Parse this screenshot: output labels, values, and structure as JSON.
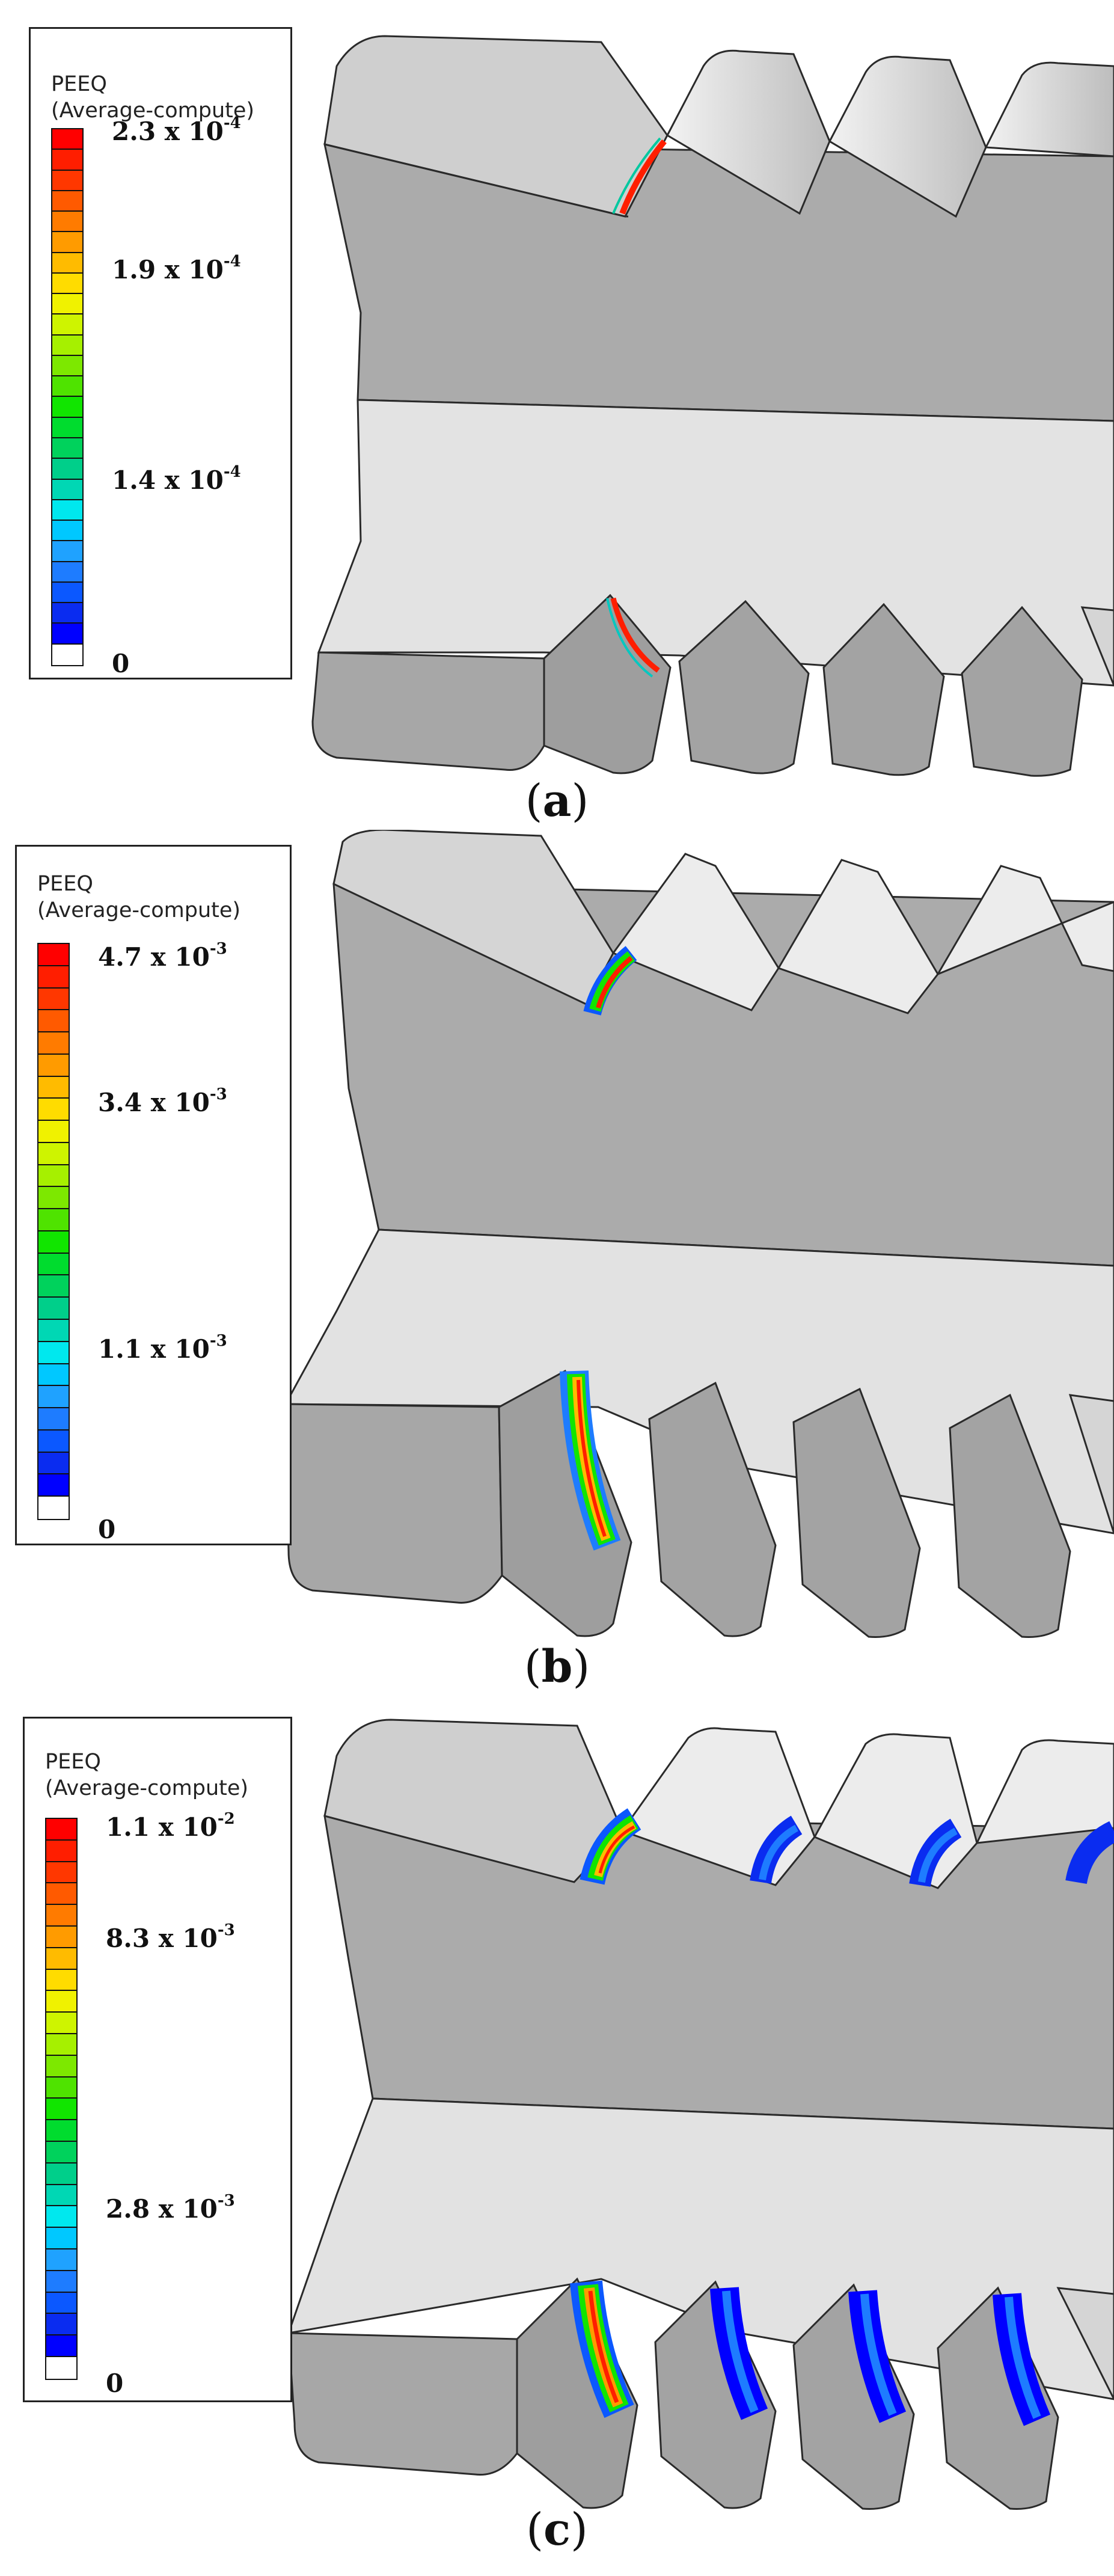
{
  "colors": {
    "scale": [
      "#0000ff",
      "#0a2cf0",
      "#0b58ff",
      "#1e7cff",
      "#1fa2ff",
      "#00c8ff",
      "#00e8ee",
      "#00d7b4",
      "#00cf8a",
      "#00d25c",
      "#00dc2e",
      "#11e500",
      "#4fe300",
      "#7de800",
      "#a6f000",
      "#cef400",
      "#f0f200",
      "#ffdc00",
      "#ffbb00",
      "#ff9b00",
      "#ff7b00",
      "#ff5a00",
      "#ff3700",
      "#ff1e00",
      "#ff0000"
    ],
    "metal_top": "#b8b8b8",
    "metal_face": "#a9a9a9",
    "metal_light": "#e7e7e7",
    "edge": "#2a2a2a"
  },
  "panels": [
    {
      "legend": {
        "title_line1": "PEEQ",
        "title_line2": "(Average-compute)",
        "max_mantissa": "2.3 x 10",
        "max_exp": "-4",
        "upper_mantissa": "1.9 x 10",
        "upper_exp": "-4",
        "mid_mantissa": "1.4 x 10",
        "mid_exp": "-4",
        "zero": "0"
      },
      "caption": {
        "open": "(",
        "letter": "a",
        "close": ")"
      }
    },
    {
      "legend": {
        "title_line1": "PEEQ",
        "title_line2": "(Average-compute)",
        "max_mantissa": "4.7 x 10",
        "max_exp": "-3",
        "upper_mantissa": "3.4 x 10",
        "upper_exp": "-3",
        "mid_mantissa": "1.1 x 10",
        "mid_exp": "-3",
        "zero": "0"
      },
      "caption": {
        "open": "(",
        "letter": "b",
        "close": ")"
      }
    },
    {
      "legend": {
        "title_line1": "PEEQ",
        "title_line2": "(Average-compute)",
        "max_mantissa": "1.1 x 10",
        "max_exp": "-2",
        "upper_mantissa": "8.3 x 10",
        "upper_exp": "-3",
        "mid_mantissa": "2.8 x 10",
        "mid_exp": "-3",
        "zero": "0"
      },
      "caption": {
        "open": "(",
        "letter": "c",
        "close": ")"
      }
    }
  ]
}
